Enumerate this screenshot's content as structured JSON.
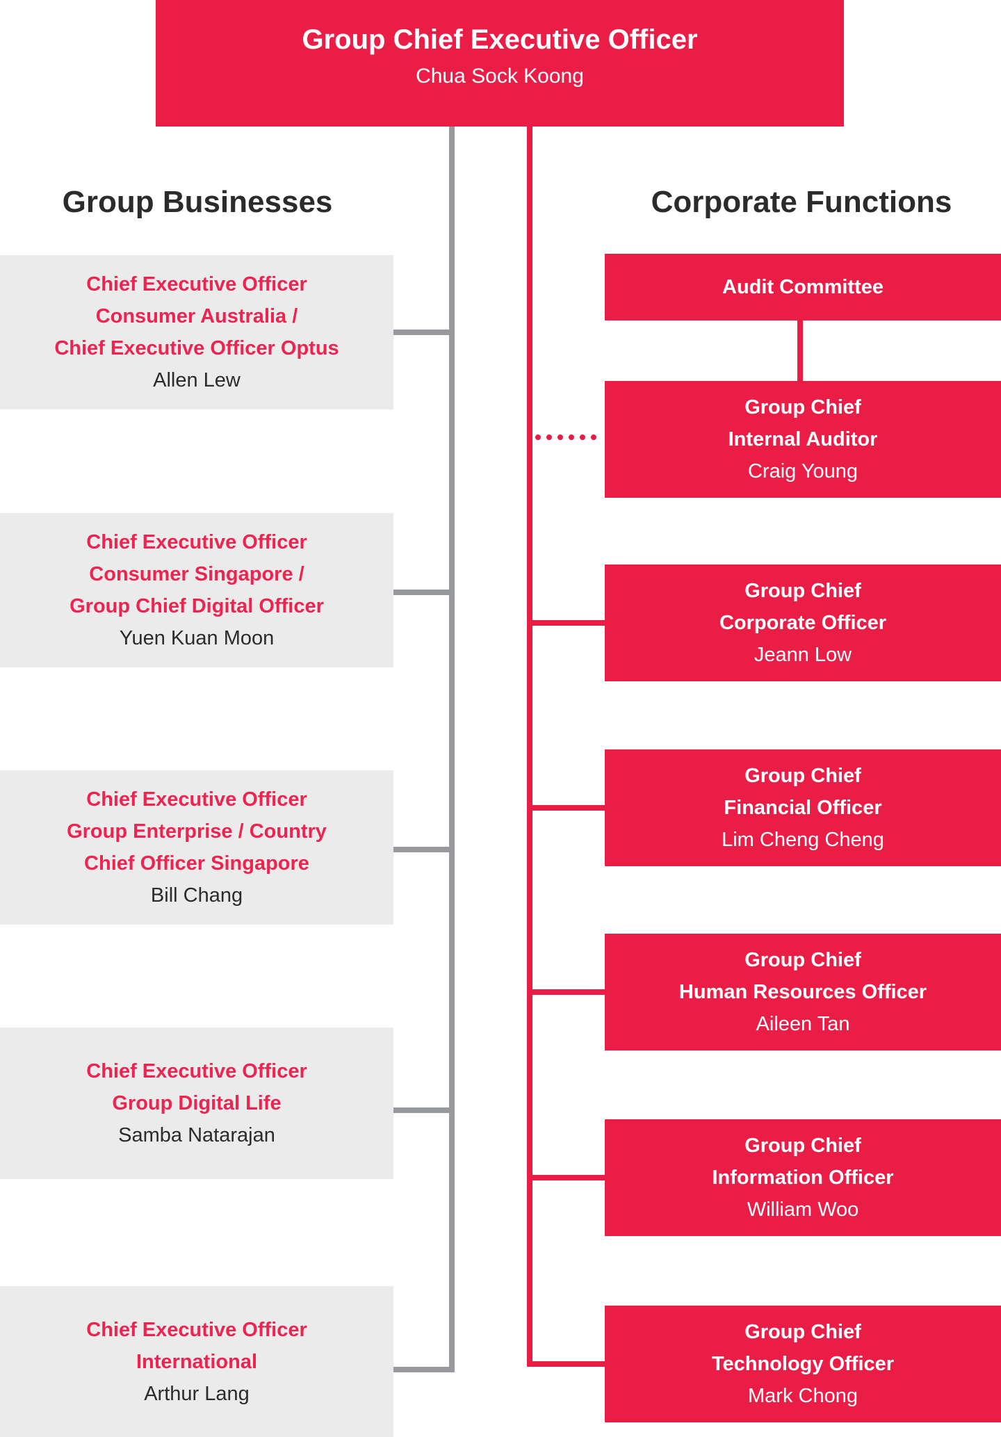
{
  "palette": {
    "brand_red": "#E91D46",
    "red_role_text": "#EE2450",
    "light_gray_box": "#EBEBEB",
    "gray_line": "#97999C",
    "dark_text": "#2B2B2B",
    "white_text": "#FFFFFF"
  },
  "ceo": {
    "title": "Group Chief Executive Officer",
    "name": "Chua Sock Koong"
  },
  "sections": {
    "left_heading": "Group Businesses",
    "right_heading": "Corporate Functions"
  },
  "group_businesses": [
    {
      "role_lines": [
        "Chief Executive Officer",
        "Consumer Australia /",
        "Chief Executive Officer Optus"
      ],
      "person": "Allen Lew"
    },
    {
      "role_lines": [
        "Chief Executive Officer",
        "Consumer Singapore /",
        "Group Chief Digital Officer"
      ],
      "person": "Yuen Kuan Moon"
    },
    {
      "role_lines": [
        "Chief Executive Officer",
        "Group Enterprise / Country",
        "Chief Officer Singapore"
      ],
      "person": "Bill Chang"
    },
    {
      "role_lines": [
        "Chief Executive Officer",
        "Group Digital Life"
      ],
      "person": "Samba Natarajan"
    },
    {
      "role_lines": [
        "Chief Executive Officer",
        "International"
      ],
      "person": "Arthur Lang"
    }
  ],
  "corporate_functions": {
    "audit_committee_label": "Audit Committee",
    "items": [
      {
        "role_lines": [
          "Group Chief",
          "Internal Auditor"
        ],
        "person": "Craig Young"
      },
      {
        "role_lines": [
          "Group Chief",
          "Corporate Officer"
        ],
        "person": "Jeann Low"
      },
      {
        "role_lines": [
          "Group Chief",
          "Financial Officer"
        ],
        "person": "Lim Cheng Cheng"
      },
      {
        "role_lines": [
          "Group Chief",
          "Human Resources Officer"
        ],
        "person": "Aileen Tan"
      },
      {
        "role_lines": [
          "Group Chief",
          "Information Officer"
        ],
        "person": "William Woo"
      },
      {
        "role_lines": [
          "Group Chief",
          "Technology Officer"
        ],
        "person": "Mark Chong"
      }
    ]
  }
}
